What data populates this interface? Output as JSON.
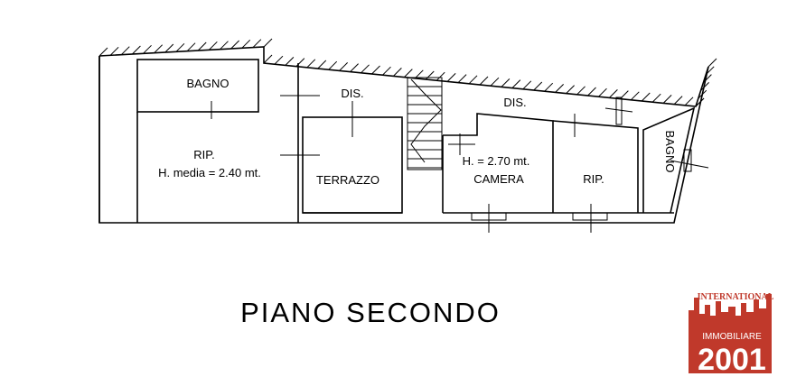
{
  "plan": {
    "title": "PIANO  SECONDO",
    "rooms": {
      "bagno_left": "BAGNO",
      "dis_left": "DIS.",
      "rip_left": "RIP.",
      "rip_left_height": "H. media = 2.40  mt.",
      "terrazzo": "TERRAZZO",
      "dis_right": "DIS.",
      "camera_height": "H. = 2.70  mt.",
      "camera": "CAMERA",
      "rip_right": "RIP.",
      "bagno_right": "BAGNO"
    }
  },
  "logo": {
    "top_text": "INTERNATIONAL",
    "middle_text": "IMMOBILIARE",
    "number": "2001",
    "color": "#c0392b"
  }
}
